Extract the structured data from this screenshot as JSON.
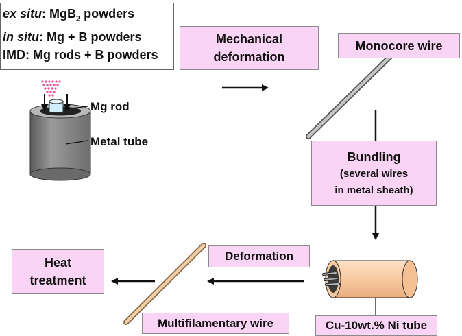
{
  "intro": {
    "ex_situ_term": "ex situ",
    "ex_situ_text": ": MgB",
    "ex_situ_sub": "2",
    "ex_situ_rest": " powders",
    "in_situ_term": "in situ",
    "in_situ_text": ": Mg + B powders",
    "imd_text": "IMD: Mg rods + B powders"
  },
  "labels": {
    "mg_rod": "Mg rod",
    "metal_tube": "Metal tube"
  },
  "boxes": {
    "mechanical_line1": "Mechanical",
    "mechanical_line2": "deformation",
    "monocore": "Monocore wire",
    "bundling_title": "Bundling",
    "bundling_line2": "(several wires",
    "bundling_line3": "in metal sheath)",
    "deformation": "Deformation",
    "heat_line1": "Heat",
    "heat_line2": "treatment",
    "multifilamentary": "Multifilamentary wire",
    "cu_ni_tube": "Cu-10wt.% Ni tube"
  },
  "colors": {
    "box_fill": "#f9d4f4",
    "arrow": "#111111",
    "powder": "#e8509a",
    "tube_gray": "#808080",
    "rod_cyan": "#cfefff",
    "copper": "#f8caa2"
  }
}
